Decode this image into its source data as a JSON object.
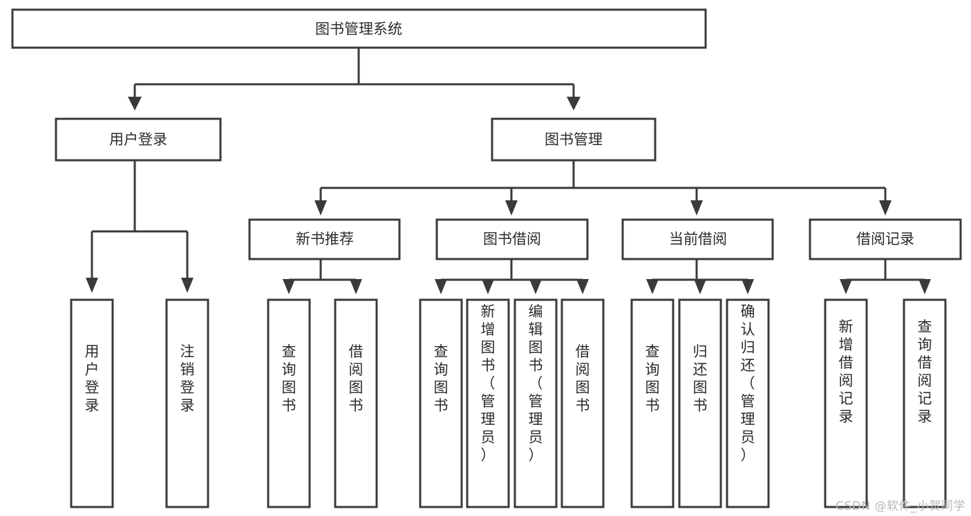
{
  "diagram": {
    "type": "tree-hierarchy",
    "title": "图书管理系统",
    "root": {
      "id": "root",
      "label": "图书管理系统",
      "orientation": "horizontal"
    },
    "level1": [
      {
        "id": "user-login",
        "label": "用户登录",
        "orientation": "horizontal"
      },
      {
        "id": "book-manage",
        "label": "图书管理",
        "orientation": "horizontal"
      }
    ],
    "level2": [
      {
        "id": "new-book-rec",
        "label": "新书推荐",
        "orientation": "horizontal",
        "parent": "book-manage"
      },
      {
        "id": "book-borrow",
        "label": "图书借阅",
        "orientation": "horizontal",
        "parent": "book-manage"
      },
      {
        "id": "current-borrow",
        "label": "当前借阅",
        "orientation": "horizontal",
        "parent": "book-manage"
      },
      {
        "id": "borrow-record",
        "label": "借阅记录",
        "orientation": "horizontal",
        "parent": "book-manage"
      }
    ],
    "leaves": [
      {
        "id": "leaf-user-login",
        "label": "用户登录",
        "orientation": "vertical",
        "parent": "user-login"
      },
      {
        "id": "leaf-logout",
        "label": "注销登录",
        "orientation": "vertical",
        "parent": "user-login"
      },
      {
        "id": "leaf-query-book-1",
        "label": "查询图书",
        "orientation": "vertical",
        "parent": "new-book-rec"
      },
      {
        "id": "leaf-borrow-book-1",
        "label": "借阅图书",
        "orientation": "vertical",
        "parent": "new-book-rec"
      },
      {
        "id": "leaf-query-book-2",
        "label": "查询图书",
        "orientation": "vertical",
        "parent": "book-borrow"
      },
      {
        "id": "leaf-add-book",
        "label": "新增图书（管理员）",
        "orientation": "vertical",
        "parent": "book-borrow"
      },
      {
        "id": "leaf-edit-book",
        "label": "编辑图书（管理员）",
        "orientation": "vertical",
        "parent": "book-borrow"
      },
      {
        "id": "leaf-borrow-book-2",
        "label": "借阅图书",
        "orientation": "vertical",
        "parent": "book-borrow"
      },
      {
        "id": "leaf-query-book-3",
        "label": "查询图书",
        "orientation": "vertical",
        "parent": "current-borrow"
      },
      {
        "id": "leaf-return-book",
        "label": "归还图书",
        "orientation": "vertical",
        "parent": "current-borrow"
      },
      {
        "id": "leaf-confirm-return",
        "label": "确认归还（管理员）",
        "orientation": "vertical",
        "parent": "current-borrow"
      },
      {
        "id": "leaf-add-record",
        "label": "新增借阅记录",
        "orientation": "vertical",
        "parent": "borrow-record"
      },
      {
        "id": "leaf-query-record",
        "label": "查询借阅记录",
        "orientation": "vertical",
        "parent": "borrow-record"
      }
    ],
    "colors": {
      "stroke": "#3a3a3a",
      "fill": "#ffffff",
      "text": "#2b2b2b",
      "background": "#ffffff",
      "watermark": "#b8b8b8"
    }
  },
  "watermark": {
    "text": "CSDN @软件_小贺同学"
  }
}
